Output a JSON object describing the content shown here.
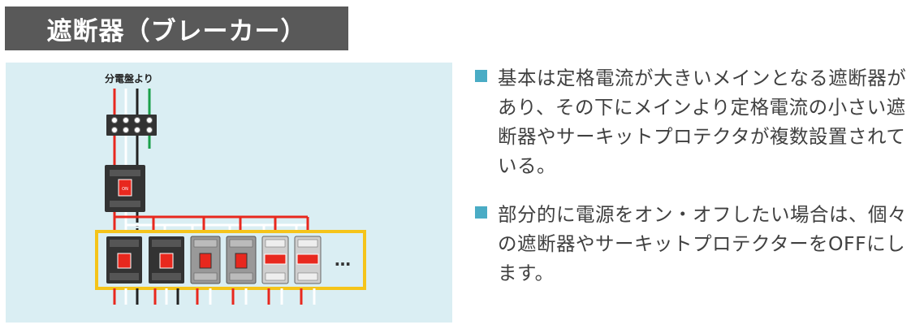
{
  "title": "遮断器（ブレーカー）",
  "diagram": {
    "source_label": "分電盤より",
    "breaker_label": "ON",
    "ellipsis": "…"
  },
  "bullets": [
    "基本は定格電流が大きいメインとなる遮断器があり、その下にメインより定格電流の小さい遮断器やサーキットプロテクタが複数設置されている。",
    "部分的に電源をオン・オフしたい場合は、個々の遮断器やサーキットプロテクターをOFFにします。"
  ],
  "colors": {
    "title_bg": "#595959",
    "panel_bg": "#daeef3",
    "wire_red": "#e8281e",
    "wire_black": "#222222",
    "wire_green": "#1aa04a",
    "wire_white": "#ffffff",
    "highlight_frame": "#f5c41a",
    "bullet": "#4aacc5"
  }
}
